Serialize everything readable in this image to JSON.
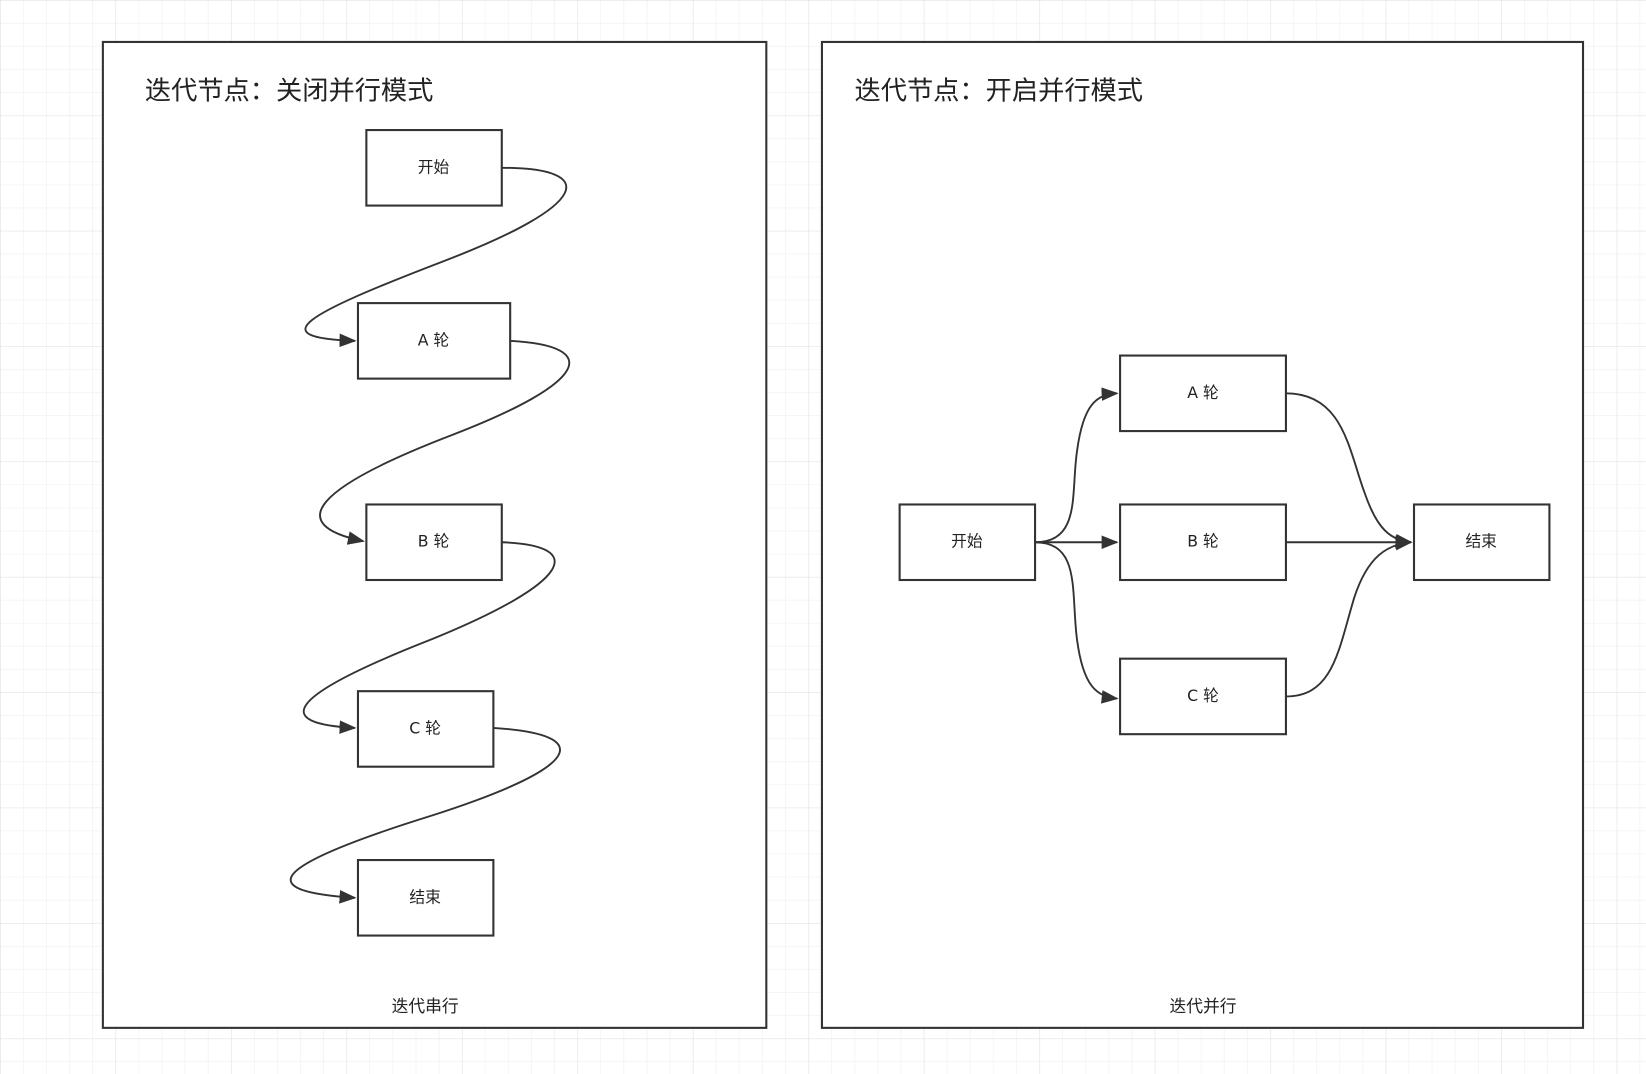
{
  "left": {
    "title": "迭代节点：关闭并行模式",
    "caption": "迭代串行",
    "nodes": {
      "start": "开始",
      "a": "A 轮",
      "b": "B 轮",
      "c": "C 轮",
      "end": "结束"
    }
  },
  "right": {
    "title": "迭代节点：开启并行模式",
    "caption": "迭代并行",
    "nodes": {
      "start": "开始",
      "a": "A 轮",
      "b": "B 轮",
      "c": "C 轮",
      "end": "结束"
    }
  },
  "colors": {
    "stroke": "#333333",
    "grid": "#ececec"
  }
}
